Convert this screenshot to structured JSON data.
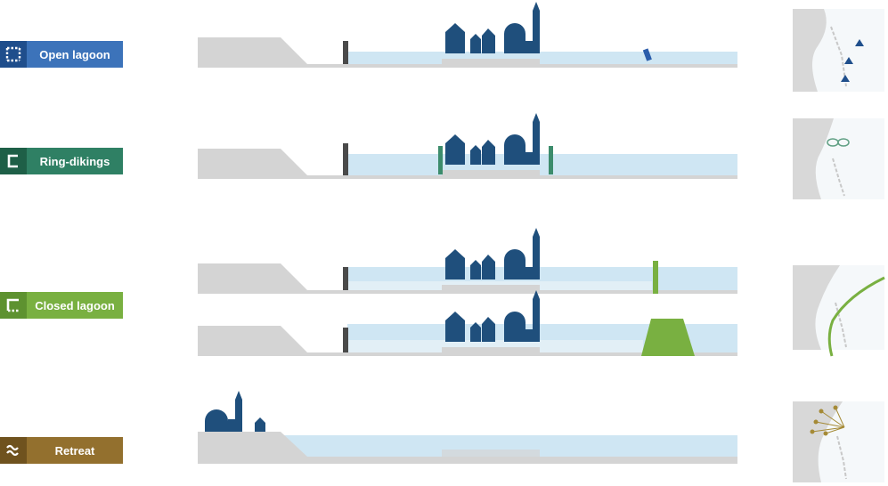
{
  "strategies": [
    {
      "id": "open",
      "label": "Open lagoon",
      "color": "#3c73ba",
      "iconColor": "#1f4e8c",
      "icon": "dotted-bracket-icon"
    },
    {
      "id": "ring",
      "label": "Ring-dikings",
      "color": "#2f8064",
      "iconColor": "#1e5f47",
      "icon": "bracket-icon"
    },
    {
      "id": "closed",
      "label": "Closed lagoon",
      "color": "#79b041",
      "iconColor": "#5e9230",
      "icon": "dotted-corner-icon"
    },
    {
      "id": "retreat",
      "label": "Retreat",
      "color": "#93702e",
      "iconColor": "#6f521e",
      "icon": "waves-icon"
    }
  ],
  "colors": {
    "land": "#d4d4d4",
    "water": "#cfe6f3",
    "city": "#1f4f7c",
    "barrier": "#4a4a4a"
  }
}
